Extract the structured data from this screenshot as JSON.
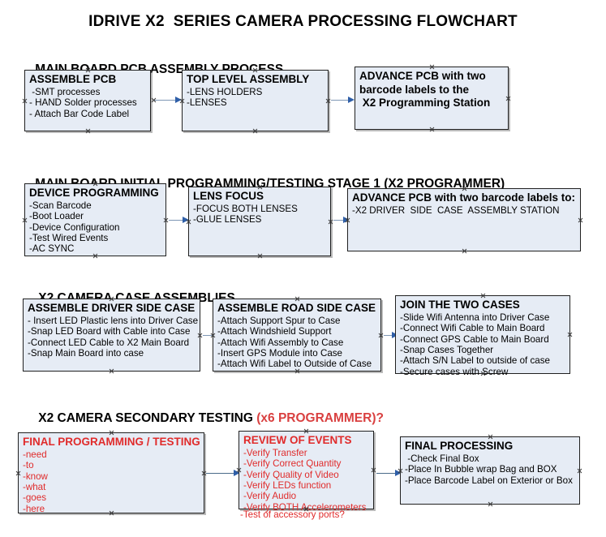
{
  "document": {
    "title": "IDRIVE X2  SERIES CAMERA PROCESSING FLOWCHART"
  },
  "sections": [
    {
      "id": "main-board-pcb-assembly",
      "heading": "MAIN BOARD PCB ASSEMBLY PROCESS",
      "heading_accent": "",
      "boxes": [
        {
          "id": "assemble-pcb",
          "title": "ASSEMBLE PCB",
          "lines": [
            " -SMT processes",
            "- HAND Solder processes",
            "- Attach Bar Code Label"
          ]
        },
        {
          "id": "top-level-assembly",
          "title": "TOP LEVEL ASSEMBLY",
          "lines": [
            "-LENS HOLDERS",
            "-LENSES"
          ]
        },
        {
          "id": "advance-pcb-programming-station",
          "title": "ADVANCE PCB with two",
          "lines": [
            "barcode labels to the",
            " X2 Programming Station"
          ]
        }
      ]
    },
    {
      "id": "main-board-initial-programming",
      "heading": "MAIN BOARD INITIAL PROGRAMMING/TESTING STAGE 1 (X2 PROGRAMMER)",
      "heading_accent": "",
      "boxes": [
        {
          "id": "device-programming",
          "title": "DEVICE PROGRAMMING",
          "lines": [
            "-Scan Barcode",
            "-Boot Loader",
            "-Device Configuration",
            "-Test Wired Events",
            "-AC SYNC"
          ]
        },
        {
          "id": "lens-focus",
          "title": "LENS FOCUS",
          "lines": [
            "-FOCUS BOTH LENSES",
            "-GLUE LENSES"
          ]
        },
        {
          "id": "advance-pcb-driver-side-case",
          "title": "ADVANCE PCB with two barcode labels to:",
          "lines": [
            "-X2 DRIVER  SIDE  CASE  ASSEMBLY STATION"
          ]
        }
      ]
    },
    {
      "id": "x2-camera-case-assemblies",
      "heading": "X2 CAMERA CASE ASSEMBLIES",
      "heading_accent": "",
      "boxes": [
        {
          "id": "assemble-driver-side-case",
          "title": "ASSEMBLE DRIVER SIDE CASE",
          "lines": [
            "- Insert LED Plastic lens into Driver Case",
            "-Snap LED Board with Cable into Case",
            "-Connect LED Cable to X2 Main Board",
            "-Snap Main Board into case"
          ]
        },
        {
          "id": "assemble-road-side-case",
          "title": "ASSEMBLE ROAD SIDE CASE",
          "lines": [
            "-Attach Support Spur to Case",
            "-Attach Windshield Support",
            "-Attach Wifi Assembly to Case",
            "-Insert GPS Module into Case",
            "-Attach Wifi Label to Outside of Case"
          ]
        },
        {
          "id": "join-the-two-cases",
          "title": "JOIN THE TWO CASES",
          "lines": [
            "-Slide Wifi Antenna into Driver Case",
            "-Connect Wifi Cable to Main Board",
            "-Connect GPS Cable to Main Board",
            "-Snap Cases Together",
            "-Attach S/N Label to outside of case",
            "-Secure cases with Screw"
          ]
        }
      ]
    },
    {
      "id": "x2-camera-secondary-testing",
      "heading": "X2 CAMERA SECONDARY TESTING ",
      "heading_accent": "(x6 PROGRAMMER)?",
      "boxes": [
        {
          "id": "final-programming-testing",
          "title": "FINAL PROGRAMMING / TESTING",
          "color": "red",
          "lines": [
            "-need",
            "-to",
            "-know",
            "-what",
            "-goes",
            "-here"
          ]
        },
        {
          "id": "review-of-events",
          "title": "REVIEW OF EVENTS",
          "color": "red",
          "lines": [
            "-Verify Transfer",
            "-Verify Correct Quantity",
            "-Verify Quality of Video",
            "-Verify LEDs function",
            "-Verify Audio",
            "-Verify BOTH Accelerometers"
          ],
          "overflow_line": "-Test of accessory ports?"
        },
        {
          "id": "final-processing",
          "title": "FINAL PROCESSING",
          "lines": [
            " -Check Final Box",
            "-Place In Bubble wrap Bag and BOX",
            "-Place Barcode Label on Exterior or Box"
          ]
        }
      ]
    }
  ],
  "colors": {
    "box_fill": "#e6ecf5",
    "box_border": "#202020",
    "connector": "#7e97b5",
    "arrow": "#2f5fa8",
    "accent_red": "#e02b2b",
    "heading_accent_red": "#d94040",
    "background": "#ffffff"
  }
}
